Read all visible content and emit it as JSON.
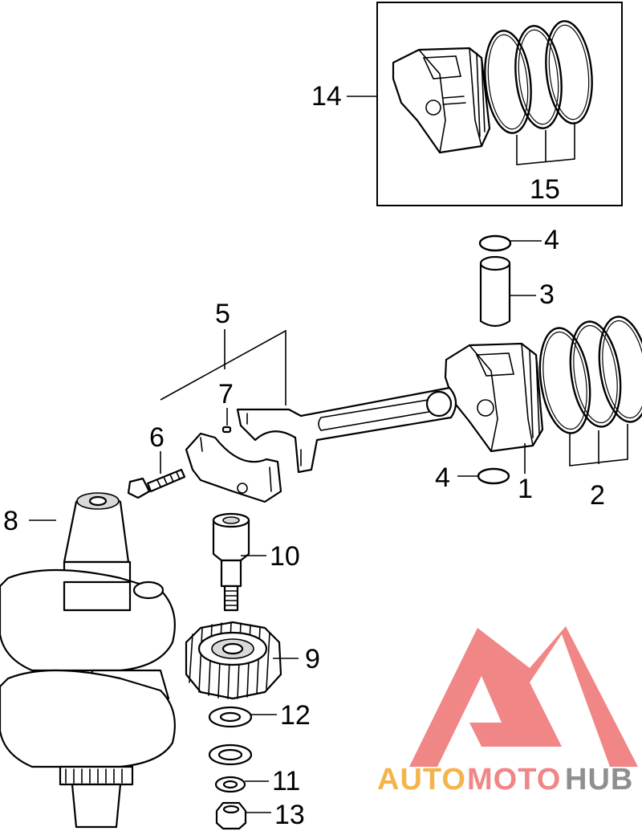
{
  "callouts": {
    "c1": "1",
    "c2": "2",
    "c3": "3",
    "c4a": "4",
    "c4b": "4",
    "c5": "5",
    "c6": "6",
    "c7": "7",
    "c8": "8",
    "c9": "9",
    "c10": "10",
    "c11": "11",
    "c12": "12",
    "c13": "13",
    "c14": "14",
    "c15": "15"
  },
  "watermark": {
    "text_auto": "AUTO",
    "text_moto": "MOTO",
    "text_hub": "HUB",
    "color_orange": "#f5b041",
    "color_red": "#f08080",
    "color_gray": "#8a8a8a"
  }
}
